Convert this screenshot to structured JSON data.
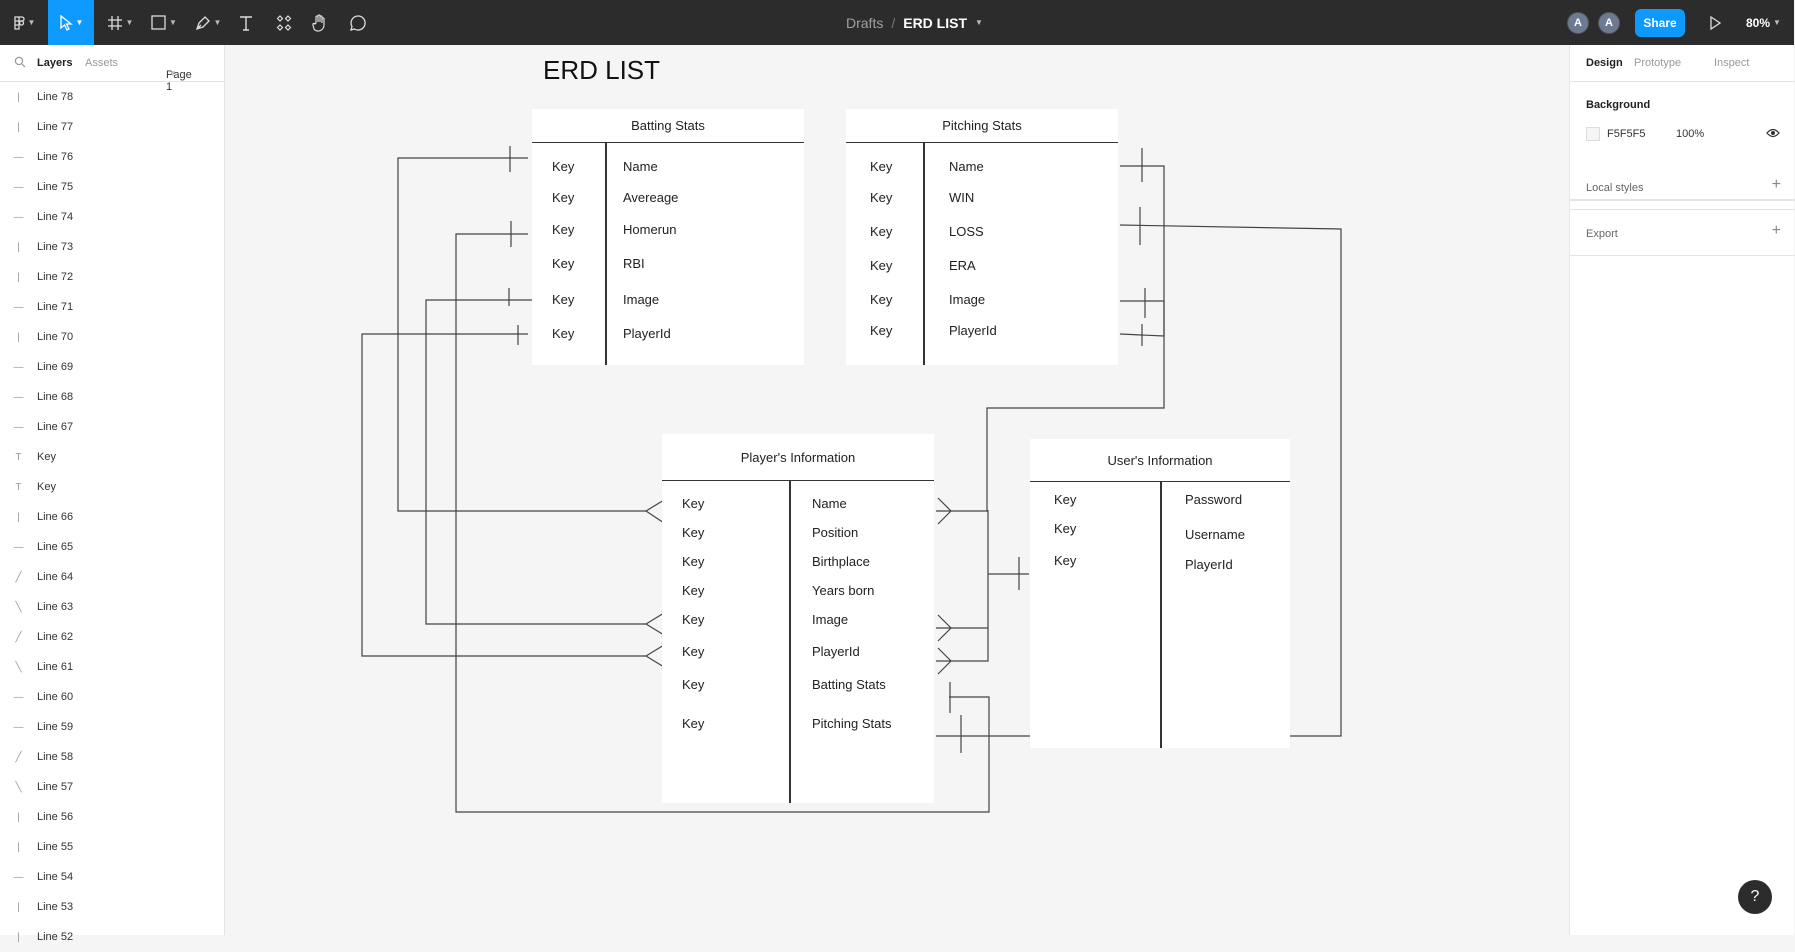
{
  "toolbar": {
    "breadcrumb_parent": "Drafts",
    "breadcrumb_sep": "/",
    "file_name": "ERD LIST",
    "avatar_1": "A",
    "avatar_2": "A",
    "share_label": "Share",
    "zoom_label": "80%"
  },
  "left_panel": {
    "tab_layers": "Layers",
    "tab_assets": "Assets",
    "page_label": "Page 1",
    "layers": [
      {
        "icon": "vertical-line-icon",
        "name": "Line 78"
      },
      {
        "icon": "vertical-line-icon",
        "name": "Line 77"
      },
      {
        "icon": "horizontal-line-icon",
        "name": "Line 76"
      },
      {
        "icon": "horizontal-line-icon",
        "name": "Line 75"
      },
      {
        "icon": "horizontal-line-icon",
        "name": "Line 74"
      },
      {
        "icon": "vertical-line-icon",
        "name": "Line 73"
      },
      {
        "icon": "vertical-line-icon",
        "name": "Line 72"
      },
      {
        "icon": "horizontal-line-icon",
        "name": "Line 71"
      },
      {
        "icon": "vertical-line-icon",
        "name": "Line 70"
      },
      {
        "icon": "horizontal-line-icon",
        "name": "Line 69"
      },
      {
        "icon": "horizontal-line-icon",
        "name": "Line 68"
      },
      {
        "icon": "horizontal-line-icon",
        "name": "Line 67"
      },
      {
        "icon": "text-icon",
        "name": "Key"
      },
      {
        "icon": "text-icon",
        "name": "Key"
      },
      {
        "icon": "vertical-line-icon",
        "name": "Line 66"
      },
      {
        "icon": "horizontal-line-icon",
        "name": "Line 65"
      },
      {
        "icon": "diagonal-line-icon",
        "name": "Line 64"
      },
      {
        "icon": "diagonal-line-icon",
        "name": "Line 63"
      },
      {
        "icon": "diagonal-line-icon",
        "name": "Line 62"
      },
      {
        "icon": "diagonal-line-icon",
        "name": "Line 61"
      },
      {
        "icon": "horizontal-line-icon",
        "name": "Line 60"
      },
      {
        "icon": "horizontal-line-icon",
        "name": "Line 59"
      },
      {
        "icon": "diagonal-line-icon",
        "name": "Line 58"
      },
      {
        "icon": "diagonal-line-icon",
        "name": "Line 57"
      },
      {
        "icon": "vertical-line-icon",
        "name": "Line 56"
      },
      {
        "icon": "vertical-line-icon",
        "name": "Line 55"
      },
      {
        "icon": "horizontal-line-icon",
        "name": "Line 54"
      },
      {
        "icon": "vertical-line-icon",
        "name": "Line 53"
      },
      {
        "icon": "vertical-line-icon",
        "name": "Line 52"
      }
    ]
  },
  "right_panel": {
    "tab_design": "Design",
    "tab_prototype": "Prototype",
    "tab_inspect": "Inspect",
    "background_label": "Background",
    "background_hex": "F5F5F5",
    "background_opacity": "100%",
    "local_styles_label": "Local styles",
    "export_label": "Export"
  },
  "canvas": {
    "title": "ERD LIST",
    "batting": {
      "title": "Batting  Stats",
      "keys": [
        "Key",
        "Key",
        "Key",
        "Key",
        "Key",
        "Key"
      ],
      "fields": [
        "Name",
        "Avereage",
        "Homerun",
        "RBI",
        "Image",
        "PlayerId"
      ]
    },
    "pitching": {
      "title": "Pitching Stats",
      "keys": [
        "Key",
        "Key",
        "Key",
        "Key",
        "Key",
        "Key"
      ],
      "fields": [
        "Name",
        "WIN",
        "LOSS",
        "ERA",
        "Image",
        "PlayerId"
      ]
    },
    "player": {
      "title": "Player's Information",
      "keys": [
        "Key",
        "Key",
        "Key",
        "Key",
        "Key",
        "Key",
        "Key",
        "Key"
      ],
      "fields": [
        "Name",
        "Position",
        "Birthplace",
        "Years born",
        "Image",
        "PlayerId",
        "Batting Stats",
        "Pitching Stats"
      ]
    },
    "user": {
      "title": "User's Information",
      "keys": [
        "Key",
        "Key",
        "Key"
      ],
      "fields": [
        "Password",
        "Username",
        "PlayerId"
      ]
    }
  },
  "help_label": "?",
  "colors": {
    "toolbar_bg": "#2c2c2c",
    "accent": "#0d99ff",
    "canvas_bg": "#F5F5F5"
  }
}
